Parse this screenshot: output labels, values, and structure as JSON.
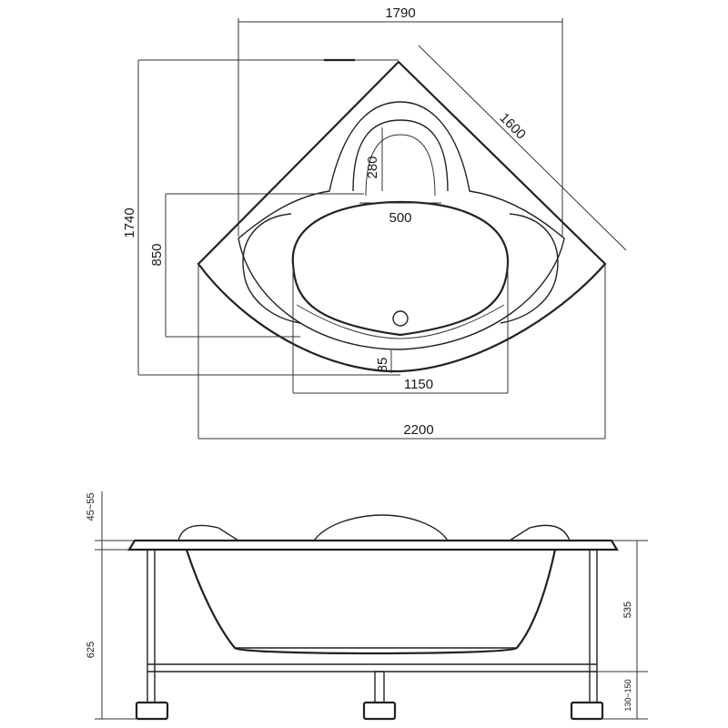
{
  "plan_view": {
    "dims": {
      "overall_width_top": "1790",
      "diagonal_side": "1600",
      "overall_height": "1740",
      "inner_height": "850",
      "headrest_depth": "280",
      "headrest_width": "500",
      "bottom_offset": "85",
      "inner_width": "1150",
      "overall_width_bottom": "2200"
    }
  },
  "side_view": {
    "dims": {
      "rim_thickness": "45~55",
      "total_height": "625",
      "tub_depth": "535",
      "leg_adjust": "130~150"
    }
  },
  "colors": {
    "line": "#222222",
    "background": "#ffffff"
  }
}
